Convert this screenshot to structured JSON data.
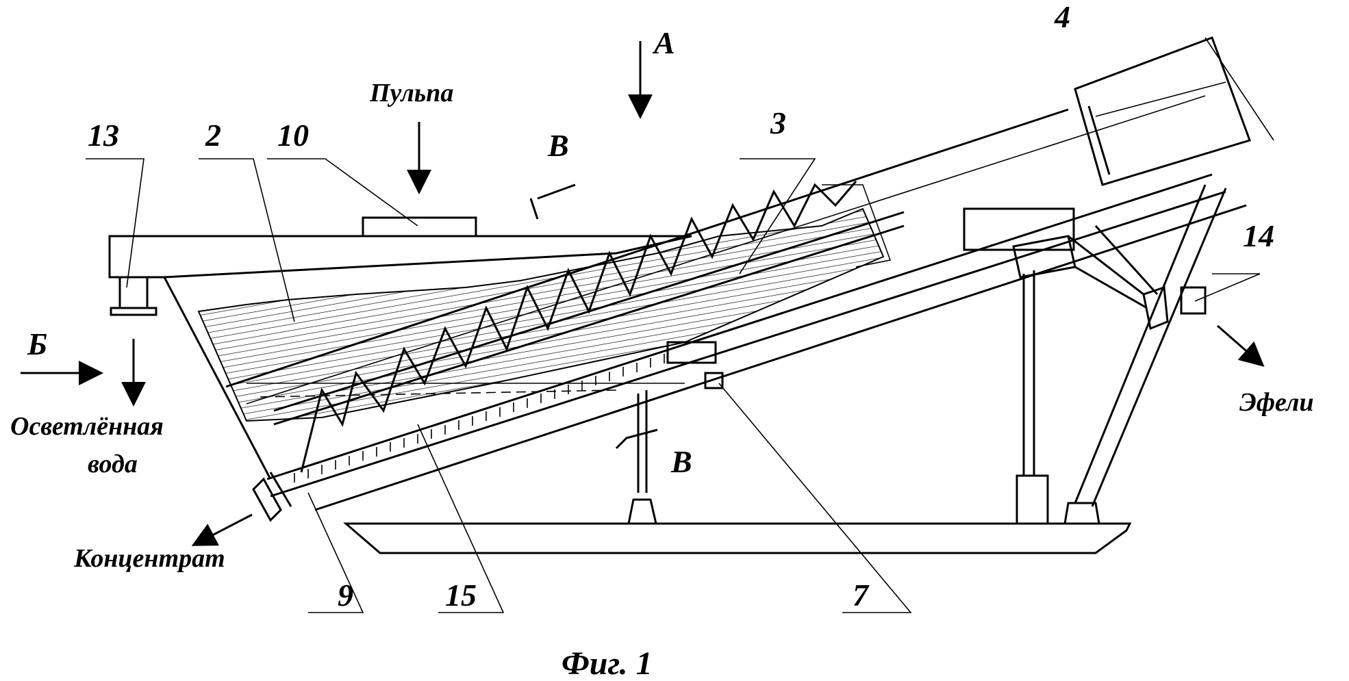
{
  "figure": {
    "caption": "Фиг. 1",
    "numbers": {
      "n13": "13",
      "n2": "2",
      "n10": "10",
      "n3": "3",
      "n4": "4",
      "n14": "14",
      "n9": "9",
      "n15": "15",
      "n7": "7"
    },
    "views": {
      "a": "А",
      "b_view": "Б",
      "v_top": "В",
      "v_bottom": "В"
    },
    "flows": {
      "pulp": "Пульпа",
      "clarified_water_line1": "Осветлённая",
      "clarified_water_line2": "вода",
      "concentrate": "Концентрат",
      "tailings": "Эфели"
    }
  }
}
